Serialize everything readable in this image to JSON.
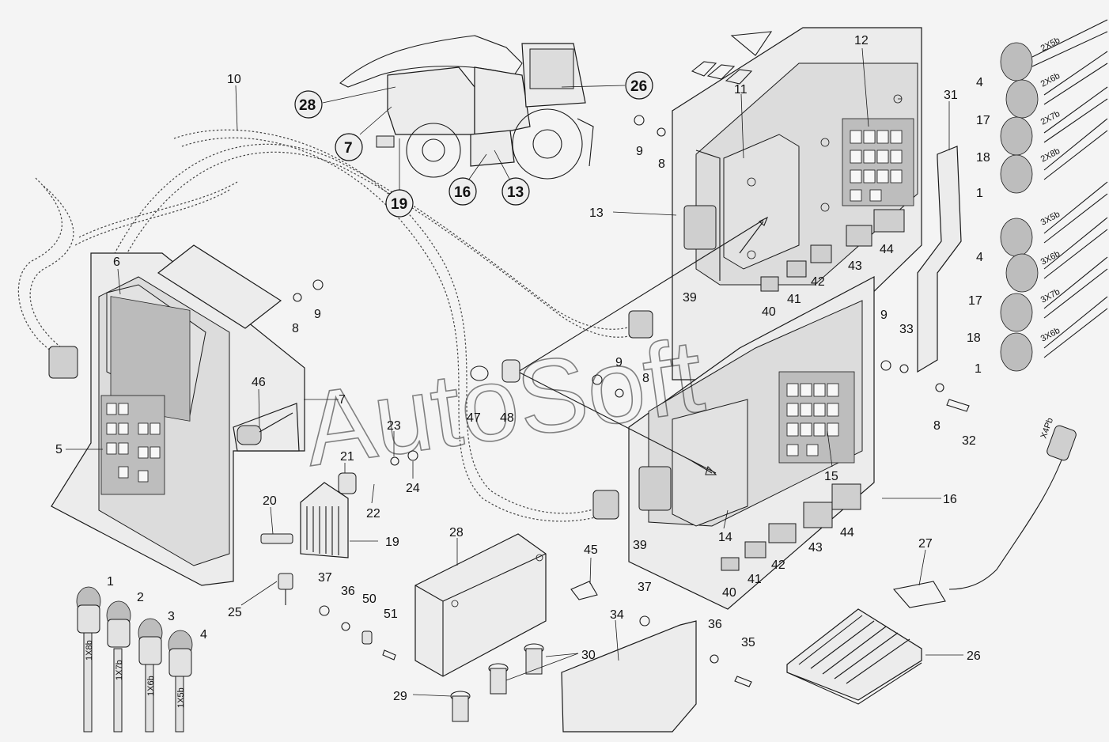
{
  "watermark": "AutoSoft",
  "callouts": {
    "c1": "1",
    "c4": "4",
    "c5": "5",
    "c6": "6",
    "c7": "7",
    "c8": "8",
    "c9": "9",
    "c10": "10",
    "c11": "11",
    "c12": "12",
    "c13": "13",
    "c14": "14",
    "c15": "15",
    "c16": "16",
    "c17": "17",
    "c18": "18",
    "c19": "19",
    "c20": "20",
    "c21": "21",
    "c22": "22",
    "c23": "23",
    "c24": "24",
    "c25": "25",
    "c26": "26",
    "c27": "27",
    "c28": "28",
    "c29": "29",
    "c30": "30",
    "c31": "31",
    "c32": "32",
    "c33": "33",
    "c34": "34",
    "c35": "35",
    "c36": "36",
    "c37": "37",
    "c39": "39",
    "c40": "40",
    "c41": "41",
    "c42": "42",
    "c43": "43",
    "c44": "44",
    "c45": "45",
    "c46": "46",
    "c47": "47",
    "c48": "48",
    "c50": "50",
    "c51": "51",
    "c2": "2",
    "c3": "3"
  },
  "circled": [
    "28",
    "7",
    "19",
    "16",
    "13",
    "26"
  ],
  "connector_tags": {
    "x2x5b": "2X5b",
    "x2x6b": "2X6b",
    "x2x7b": "2X7b",
    "x2x8b": "2X8b",
    "x3x5b": "3X5b",
    "x3x6b": "3X6b",
    "x3x7b": "3X7b",
    "x3x6b_2": "3X6b",
    "x1x8b": "1X8b",
    "x1x7b": "1X7b",
    "x1x6b": "1X6b",
    "x1x5b": "1X5b",
    "x4p": "X4Pb"
  }
}
